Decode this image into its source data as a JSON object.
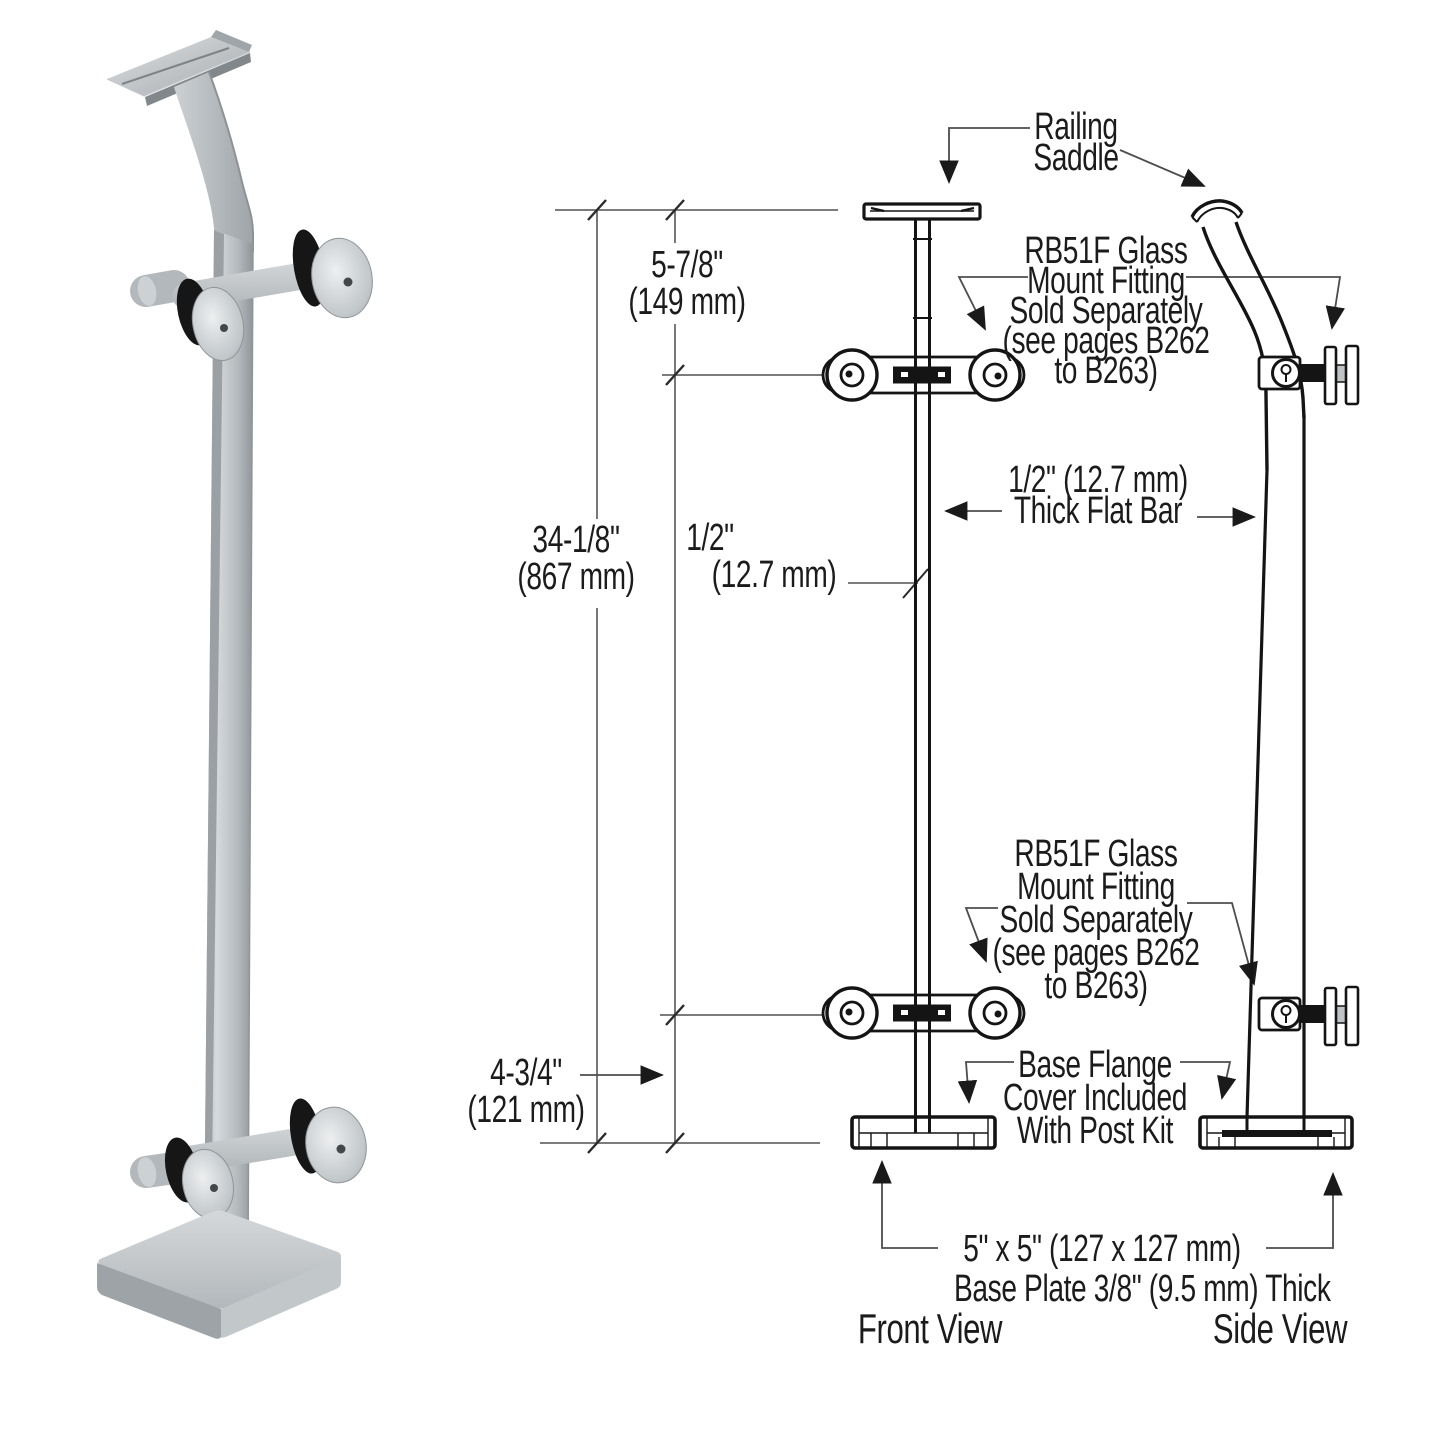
{
  "drawing": {
    "dimension_labels": {
      "saddle_height": [
        "5-7/8\"",
        "(149 mm)"
      ],
      "total_height": [
        "34-1/8\"",
        "(867 mm)"
      ],
      "bar_width_inch": "1/2\"",
      "bar_width_mm": "(12.7 mm)",
      "base_offset": [
        "4-3/4\"",
        "(121 mm)"
      ]
    },
    "callouts": {
      "railing_saddle": [
        "Railing",
        "Saddle"
      ],
      "glass_mount_upper": [
        "RB51F Glass",
        "Mount Fitting",
        "Sold Separately",
        "(see pages B262",
        "to B263)"
      ],
      "flat_bar": [
        "1/2\" (12.7 mm)",
        "Thick Flat Bar"
      ],
      "glass_mount_lower": [
        "RB51F Glass",
        "Mount Fitting",
        "Sold Separately",
        "(see pages B262",
        "to B263)"
      ],
      "base_flange": [
        "Base Flange",
        "Cover Included",
        "With Post Kit"
      ],
      "base_plate": [
        "5\" x 5\" (127 x 127 mm)",
        "Base Plate 3/8\" (9.5 mm) Thick"
      ]
    },
    "view_titles": {
      "front": "Front View",
      "side": "Side View"
    }
  }
}
